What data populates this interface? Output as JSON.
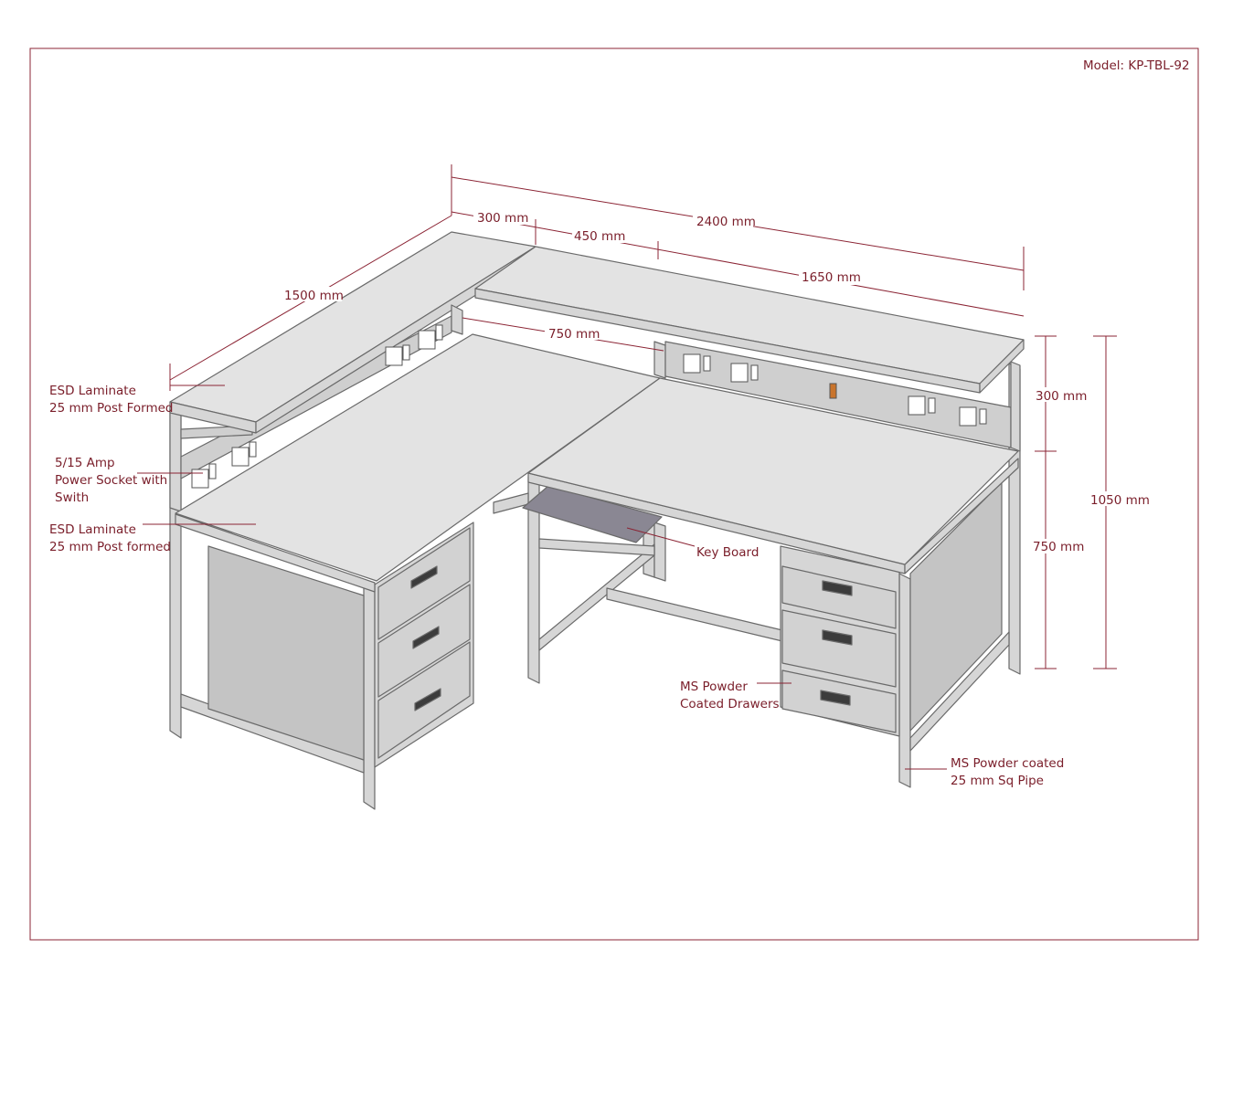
{
  "model": "Model: KP-TBL-92",
  "dimensions": {
    "d300_top": "300 mm",
    "d450": "450 mm",
    "d2400": "2400 mm",
    "d1650": "1650 mm",
    "d1500": "1500 mm",
    "d750_depth": "750 mm",
    "h300": "300 mm",
    "h750": "750 mm",
    "h1050": "1050 mm"
  },
  "labels": {
    "esd_top_1": "ESD Laminate",
    "esd_top_2": "25 mm Post Formed",
    "socket_1": "5/15 Amp",
    "socket_2": "Power Socket with",
    "socket_3": "Swith",
    "esd_work_1": "ESD Laminate",
    "esd_work_2": "25 mm Post formed",
    "keyboard": "Key Board",
    "drawers_1": "MS Powder",
    "drawers_2": "Coated Drawers",
    "pipe_1": "MS Powder coated",
    "pipe_2": "25 mm Sq Pipe"
  },
  "colors": {
    "annotation": "#7a1e2a",
    "border": "#8b2434",
    "worktop": "#e3e3e3",
    "keyboard_tray": "#8a8793"
  }
}
